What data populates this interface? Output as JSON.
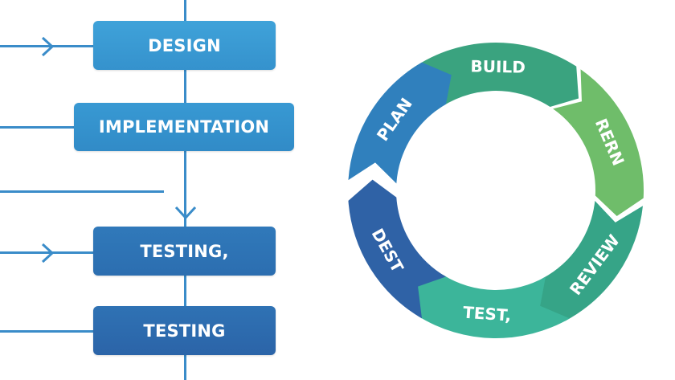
{
  "flowchart": {
    "steps": [
      {
        "label": "DESIGN",
        "color": "#3a9ad3"
      },
      {
        "label": "IMPLEMENTATION",
        "color": "#3590cc"
      },
      {
        "label": "TESTING,",
        "color": "#2f73b5"
      },
      {
        "label": "TESTING",
        "color": "#2e6aae"
      }
    ],
    "line_color": "#3a8cc9"
  },
  "cycle": {
    "segments": [
      {
        "label": "BUILD",
        "color": "#3aa37f"
      },
      {
        "label": "RERN",
        "color": "#6fbd6a"
      },
      {
        "label": "REVIEW",
        "color": "#36a487"
      },
      {
        "label": "TEST,",
        "color": "#3cb59a"
      },
      {
        "label": "DEST",
        "color": "#2f62a6"
      },
      {
        "label": "PLAN",
        "color": "#3080bd"
      }
    ]
  }
}
